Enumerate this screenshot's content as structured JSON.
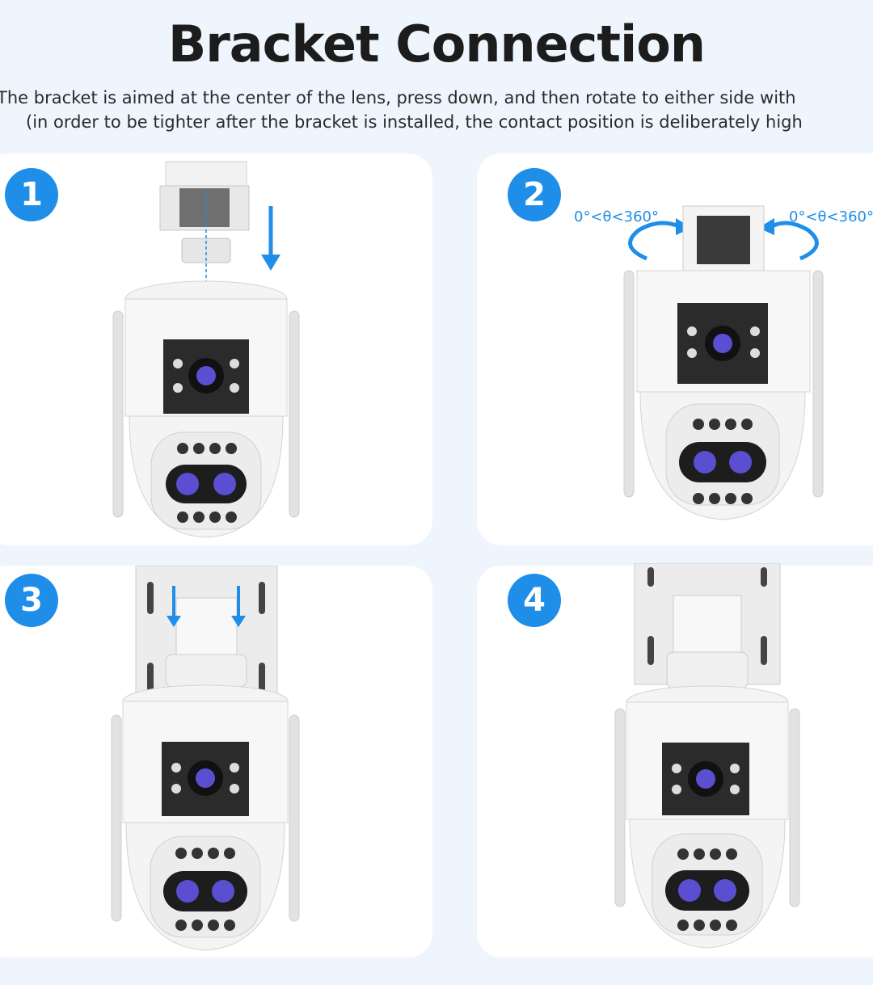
{
  "title": "Bracket Connection",
  "description": {
    "line1": "The bracket is aimed at the center of the lens, press down, and then rotate to either side with",
    "line2": "(in order to be tighter after the bracket is installed, the contact position is deliberately high"
  },
  "steps": [
    {
      "number": "1",
      "illustration": "camera-bracket-press-down"
    },
    {
      "number": "2",
      "illustration": "camera-bracket-rotate",
      "rotation_label_left": "0°<θ<360°",
      "rotation_label_right": "0°<θ<360°"
    },
    {
      "number": "3",
      "illustration": "camera-bracket-lock"
    },
    {
      "number": "4",
      "illustration": "camera-mounted"
    }
  ],
  "colors": {
    "accent": "#1f8ee8",
    "background": "#eef5fc",
    "panel": "#ffffff"
  }
}
